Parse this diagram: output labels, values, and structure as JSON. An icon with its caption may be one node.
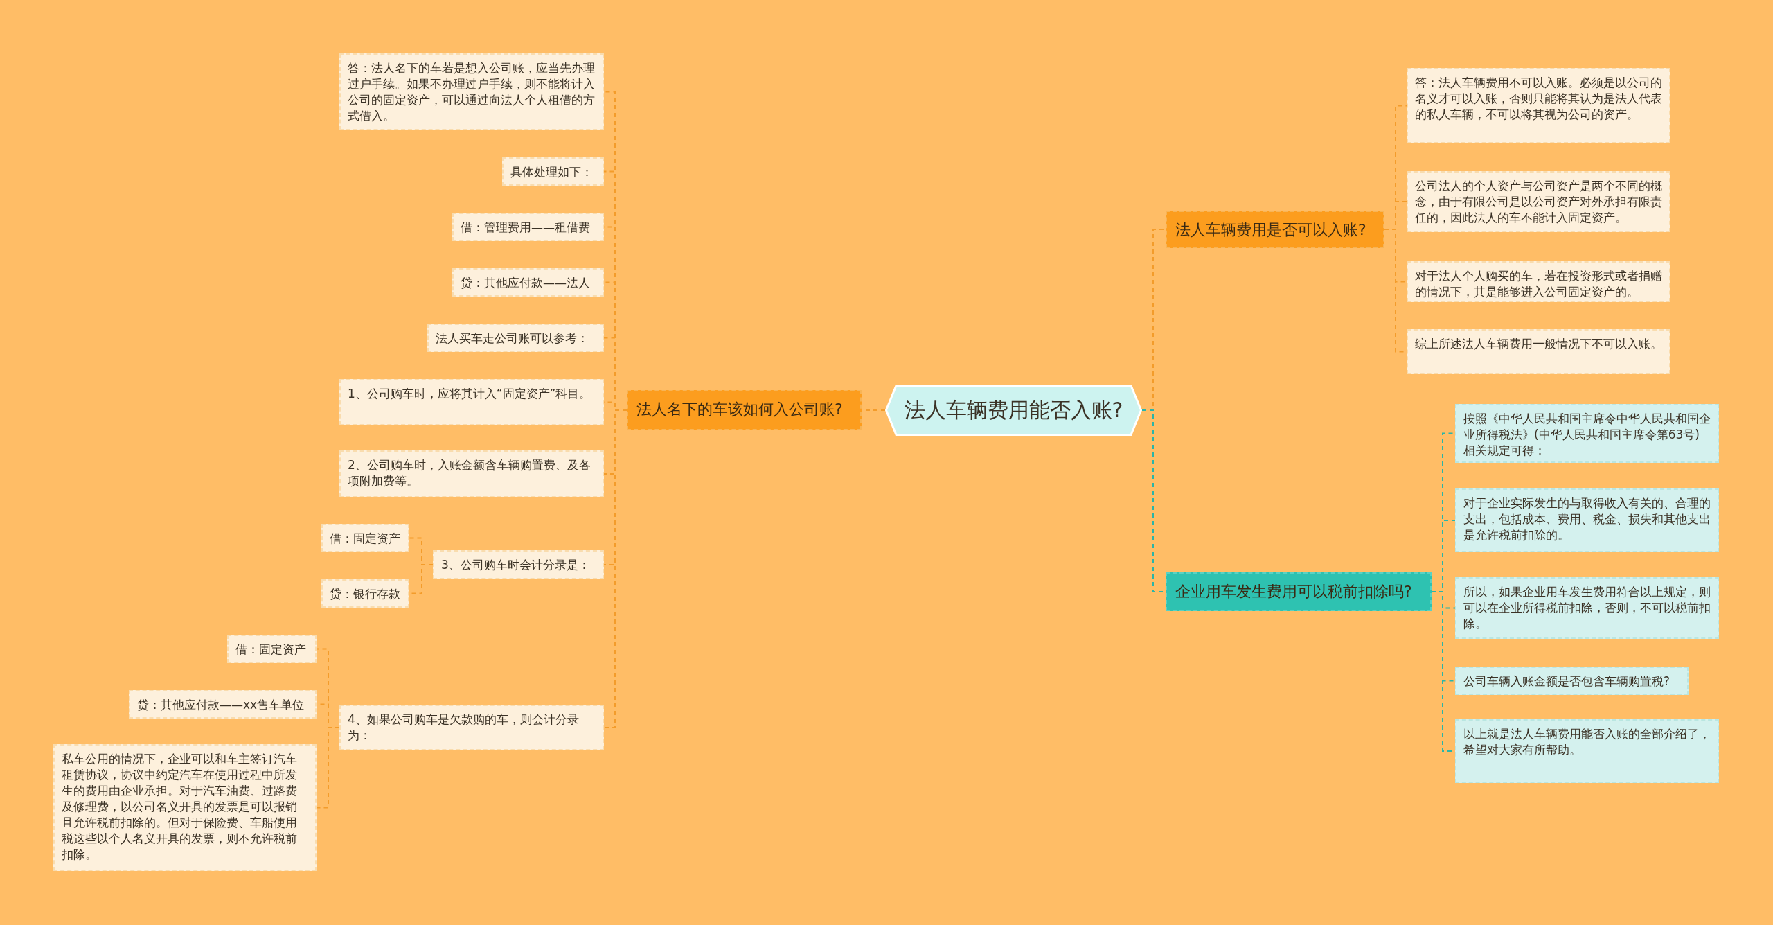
{
  "diagram": {
    "nodes": [
      {
        "text": [
          "法人车辆费用能否入账?"
        ]
      },
      {
        "text": [
          "法人名下的车该如何入公司账?"
        ]
      },
      {
        "text": [
          "答：法人名下的车若是想入公司账，应当先办理过户手续。如果不办理过户手续，则不能将计入公司的固定资产，可以通过向法人个人租借的方式借入。"
        ]
      },
      {
        "text": [
          "具体处理如下："
        ]
      },
      {
        "text": [
          "借：管理费用——租借费"
        ]
      },
      {
        "text": [
          "贷：其他应付款——法人"
        ]
      },
      {
        "text": [
          "法人买车走公司账可以参考："
        ]
      },
      {
        "text": [
          "1、公司购车时，应将其计入“固定资产”科目。"
        ]
      },
      {
        "text": [
          "2、公司购车时，入账金额含车辆购置费、及各项附加费等。"
        ]
      },
      {
        "text": [
          "3、公司购车时会计分录是："
        ]
      },
      {
        "text": [
          "借：固定资产"
        ]
      },
      {
        "text": [
          "贷：银行存款"
        ]
      },
      {
        "text": [
          "4、如果公司购车是欠款购的车，则会计分录为："
        ]
      },
      {
        "text": [
          "借：固定资产"
        ]
      },
      {
        "text": [
          "贷：其他应付款——xx售车单位"
        ]
      },
      {
        "text": [
          "私车公用的情况下，企业可以和车主签订汽车租赁协议，协议中约定汽车在使用过程中所发生的费用由企业承担。对于汽车油费、过路费及修理费，以公司名义开具的发票是可以报销且允许税前扣除的。但对于保险费、车船使用税这些以个人名义开具的发票，则不允许税前扣除。"
        ]
      },
      {
        "text": [
          "法人车辆费用是否可以入账?"
        ]
      },
      {
        "text": [
          "答：法人车辆费用不可以入账。必须是以公司的名义才可以入账，否则只能将其认为是法人代表的私人车辆，不可以将其视为公司的资产。"
        ]
      },
      {
        "text": [
          "公司法人的个人资产与公司资产是两个不同的概念，由于有限公司是以公司资产对外承担有限责任的，因此法人的车不能计入固定资产。"
        ]
      },
      {
        "text": [
          "对于法人个人购买的车，若在投资形式或者捐赠的情况下，其是能够进入公司固定资产的。"
        ]
      },
      {
        "text": [
          "综上所述法人车辆费用一般情况下不可以入账。"
        ]
      },
      {
        "text": [
          "企业用车发生费用可以税前扣除吗?"
        ]
      },
      {
        "text": [
          "按照《中华人民共和国主席令中华人民共和国企业所得税法》(中华人民共和国主席令第63号)相关规定可得："
        ]
      },
      {
        "text": [
          "对于企业实际发生的与取得收入有关的、合理的支出，包括成本、费用、税金、损失和其他支出是允许税前扣除的。"
        ]
      },
      {
        "text": [
          "所以，如果企业用车发生费用符合以上规定，则可以在企业所得税前扣除，否则，不可以税前扣除。"
        ]
      },
      {
        "text": [
          "公司车辆入账金额是否包含车辆购置税?"
        ]
      },
      {
        "text": [
          "以上就是法人车辆费用能否入账的全部介绍了，希望对大家有所帮助。"
        ]
      }
    ],
    "edges": [
      {
        "from": 0,
        "to": 1,
        "arrow": "none"
      },
      {
        "from": 1,
        "to": 2,
        "arrow": "none"
      },
      {
        "from": 1,
        "to": 3,
        "arrow": "none"
      },
      {
        "from": 1,
        "to": 4,
        "arrow": "none"
      },
      {
        "from": 1,
        "to": 5,
        "arrow": "none"
      },
      {
        "from": 1,
        "to": 6,
        "arrow": "none"
      },
      {
        "from": 1,
        "to": 7,
        "arrow": "none"
      },
      {
        "from": 1,
        "to": 8,
        "arrow": "none"
      },
      {
        "from": 1,
        "to": 9,
        "arrow": "none"
      },
      {
        "from": 9,
        "to": 10,
        "arrow": "none"
      },
      {
        "from": 9,
        "to": 11,
        "arrow": "none"
      },
      {
        "from": 1,
        "to": 12,
        "arrow": "none"
      },
      {
        "from": 12,
        "to": 13,
        "arrow": "none"
      },
      {
        "from": 12,
        "to": 14,
        "arrow": "none"
      },
      {
        "from": 12,
        "to": 15,
        "arrow": "none"
      },
      {
        "from": 0,
        "to": 16,
        "arrow": "none"
      },
      {
        "from": 16,
        "to": 17,
        "arrow": "none"
      },
      {
        "from": 16,
        "to": 18,
        "arrow": "none"
      },
      {
        "from": 16,
        "to": 19,
        "arrow": "none"
      },
      {
        "from": 16,
        "to": 20,
        "arrow": "none"
      },
      {
        "from": 0,
        "to": 21,
        "arrow": "none",
        "color": "#2bb5a8"
      },
      {
        "from": 21,
        "to": 22,
        "arrow": "none",
        "color": "#2bb5a8"
      },
      {
        "from": 21,
        "to": 23,
        "arrow": "none",
        "color": "#2bb5a8"
      },
      {
        "from": 21,
        "to": 24,
        "arrow": "none",
        "color": "#2bb5a8"
      },
      {
        "from": 21,
        "to": 25,
        "arrow": "none",
        "color": "#2bb5a8"
      },
      {
        "from": 21,
        "to": 26,
        "arrow": "none",
        "color": "#2bb5a8"
      }
    ]
  }
}
